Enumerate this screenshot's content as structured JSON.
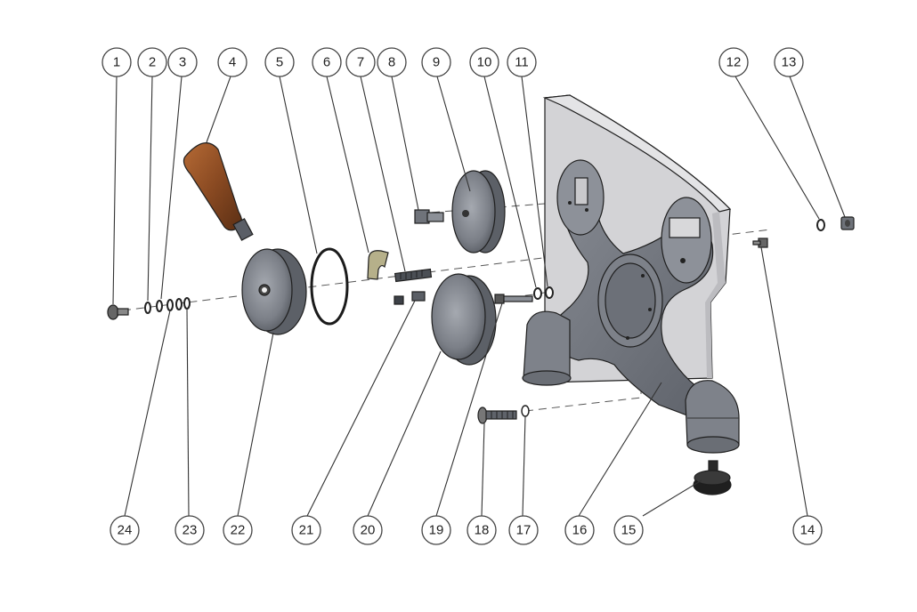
{
  "title": "",
  "colors": {
    "part_gray": "#767a82",
    "part_gray_light": "#a8acb3",
    "part_gray_dark": "#4e5259",
    "plate": "#d4d4d6",
    "handle_wood": "#8a4a22",
    "brass_olive": "#b5b08a",
    "foot_black": "#1e1e1e"
  },
  "callouts": {
    "top": [
      "1",
      "2",
      "3",
      "4",
      "5",
      "6",
      "7",
      "8",
      "9",
      "10",
      "11",
      "12",
      "13"
    ],
    "bottom": [
      "24",
      "23",
      "22",
      "21",
      "20",
      "19",
      "18",
      "17",
      "16",
      "15",
      "14"
    ]
  },
  "part_icons": [
    "screw",
    "washer",
    "washer",
    "handle",
    "o-ring",
    "elbow-fitting",
    "set-screw",
    "shoulder-bolt",
    "knob-disc",
    "washer",
    "washer",
    "washer",
    "nut",
    "screw",
    "foot",
    "base-spider",
    "washer",
    "screw",
    "bolt",
    "cap-disc",
    "set-screw",
    "knob-disc",
    "washer",
    "washer"
  ]
}
